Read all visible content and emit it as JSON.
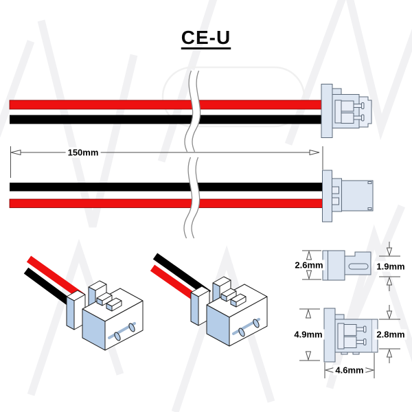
{
  "title": "CE-U",
  "length_dimension": {
    "label": "150mm"
  },
  "detail_dimensions": {
    "contact_side_height": "2.6mm",
    "latch_height": "1.9mm",
    "housing_height": "4.9mm",
    "cavity_height": "2.8mm",
    "housing_width": "4.6mm"
  },
  "wires": {
    "top_assembly_order": [
      "red",
      "black"
    ],
    "bottom_assembly_order": [
      "black",
      "red"
    ]
  },
  "colors": {
    "wire_red": "#ee1111",
    "wire_black": "#000000",
    "connector_fill": "#dde6f2",
    "connector_fill_light": "#e9eef7",
    "connector_shade": "#b5cde8",
    "outline": "#5b6878",
    "dimension": "#4d4d4d",
    "watermark": "#f1f1f3"
  }
}
